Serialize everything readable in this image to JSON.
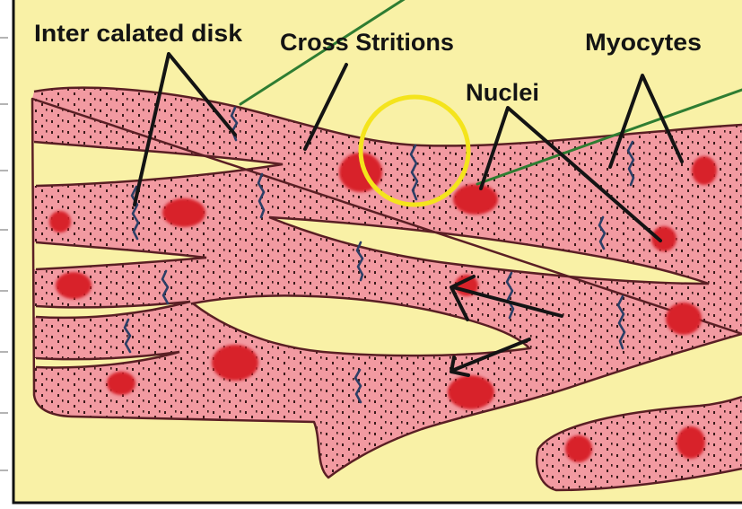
{
  "diagram": {
    "labels": {
      "intercalated_disk": "Inter calated disk",
      "cross_striations": "Cross Stritions",
      "nuclei": "Nuclei",
      "myocytes": "Myocytes"
    }
  },
  "colors": {
    "bg": "#f9f1a6",
    "cell": "#f29aa1",
    "nucleus": "#d8232c",
    "disk": "#2d3f66",
    "green": "#2f7d32",
    "circle": "#f4e41c",
    "outline": "#5a1f24"
  }
}
